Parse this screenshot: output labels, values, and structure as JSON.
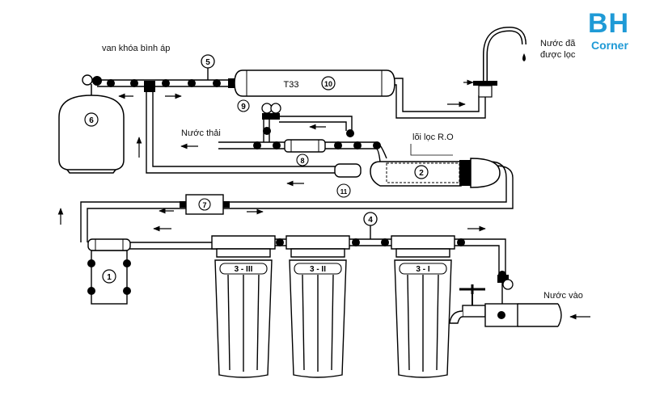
{
  "logo": {
    "main": "BH",
    "sub": "Corner",
    "color": "#1f9ad6"
  },
  "labels": {
    "pressure_tank_valve": "van khóa  bình áp",
    "filtered_water_line1": "Nước đã",
    "filtered_water_line2": "được lọc",
    "waste_water": "Nước thải",
    "ro_core": "lõi lọc R.O",
    "water_in": "Nước vào",
    "t33_text": "T33"
  },
  "components": {
    "n1": "1",
    "n2": "2",
    "n4": "4",
    "n5": "5",
    "n6": "6",
    "n7": "7",
    "n8": "8",
    "n9": "9",
    "n10": "10",
    "n11": "11",
    "n3_1": "3 - I",
    "n3_2": "3 - II",
    "n3_3": "3 - III"
  }
}
